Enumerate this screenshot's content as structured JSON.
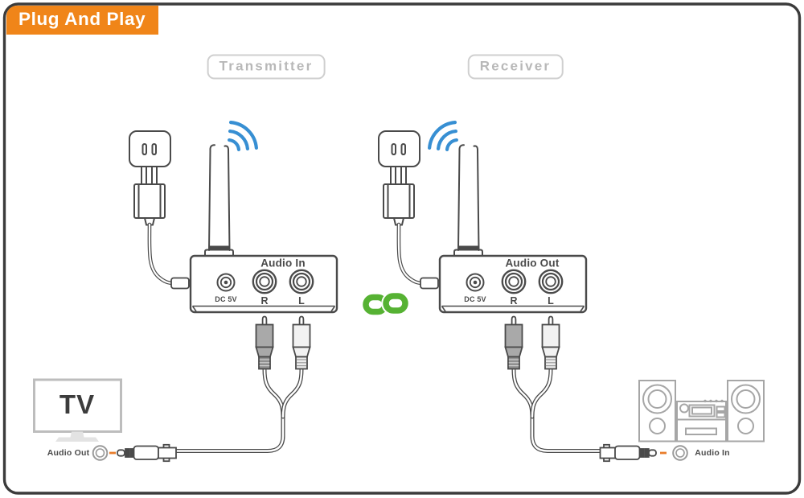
{
  "banner": {
    "title": "Plug And Play"
  },
  "labels": {
    "transmitter_badge": "Transmitter",
    "receiver_badge": "Receiver"
  },
  "transmitter": {
    "panel_label": "Audio In",
    "power_jack_label": "DC 5V",
    "right_jack_label": "R",
    "left_jack_label": "L"
  },
  "receiver": {
    "panel_label": "Audio Out",
    "power_jack_label": "DC 5V",
    "right_jack_label": "R",
    "left_jack_label": "L"
  },
  "tv": {
    "name": "TV",
    "jack_label": "Audio Out"
  },
  "stereo": {
    "jack_label": "Audio In"
  },
  "icons": {
    "left_signal": "wifi-signal-icon",
    "right_signal": "wifi-signal-icon",
    "pairing": "link-icon"
  },
  "colors": {
    "banner_bg": "#F08519",
    "banner_text": "#FFFFFF",
    "wifi_blue": "#378FD3",
    "link_green": "#56B233",
    "line_dark": "#4A4A4A",
    "line_light": "#B3B3B3",
    "connector_orange": "#E87D2B",
    "border_dark": "#3B3B3B"
  }
}
